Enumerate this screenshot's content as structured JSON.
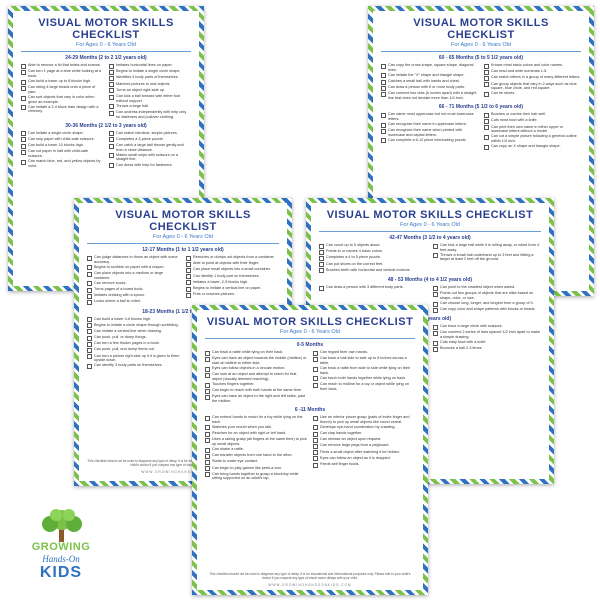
{
  "common": {
    "title": "VISUAL MOTOR SKILLS CHECKLIST",
    "subtitle": "For Ages 0 - 6 Years Old",
    "footer": "This checklist should not be used to diagnose any type of delay. It is for educational and informational purposes only. Please talk to your child's doctor if you suspect any type of visual motor delays with your child.",
    "url": "WWW.GROWINGHANDSONKIDS.COM"
  },
  "logo": {
    "line1": "GROWING",
    "line2": "Hands-On",
    "line3": "KIDS"
  },
  "page1": {
    "sections": [
      {
        "heading": "24-29 Months (2 to 2 1/2 years old)",
        "left": [
          "Able to remove a lid that twists and screws.",
          "Can turn 1 page at a time while looking at a book.",
          "Can build a tower up to 8 blocks high.",
          "Can string 4 large beads onto a piece of yarn.",
          "Can sort objects that vary in color when given an example.",
          "Can imitate a 2-4 block train design with a chimney."
        ],
        "right": [
          "Imitates horizontal lines on paper.",
          "Begins to imitate a single circle shape.",
          "Identifies 4 body parts of themselves.",
          "Matches pictures to real objects.",
          "Turns an object right-side up.",
          "Can kick a ball forward with either foot without support.",
          "Throws a large ball.",
          "Can undress independently with help only for fasteners and pullover clothing."
        ]
      },
      {
        "heading": "30-36 Months (2 1/2 to 3 years old)",
        "left": [
          "Can imitate a single circle shape.",
          "Can snip paper with child-safe scissors.",
          "Can build a tower 10 blocks high.",
          "Can cut paper in half with child-safe scissors.",
          "Can match blue, red, and yellow objects by color."
        ],
        "right": [
          "Can match identical, simple pictures.",
          "Completes a 3-piece puzzle.",
          "Can catch a large ball thrown gently and from a close distance.",
          "Makes small snips with scissors on a straight line.",
          "Can dress with help for fasteners."
        ]
      }
    ]
  },
  "page2": {
    "sections": [
      {
        "heading": "60 - 65 Months (5 to 5 1/2 years old)",
        "left": [
          "Can copy the cross shape, square shape, diagonal lines.",
          "Can imitate the \"X\" shape and triangle shape.",
          "Catches a small ball with hands and chest.",
          "Can draw a person with 6 or more body parts.",
          "Can connect two dots (6 inches apart) with a straight line that does not deviate more than 1/4 inch."
        ],
        "right": [
          "Knows most basic colors and color names.",
          "Can read and write numerals 1-5.",
          "Can match letters in a group of many different letters.",
          "Can group objects that vary in 2 ways such as blue square, blue circle, and red square.",
          "Can tie shoes."
        ]
      },
      {
        "heading": "66 - 71 Months (5 1/2 to 6 years old)",
        "left": [
          "Can name most uppercase but not most lowercase letters.",
          "Can recognize their name in uppercase letters.",
          "Can recognize their name when printed with lowercase and capital letters.",
          "Can complete a 6-12 piece interlocking puzzle."
        ],
        "right": [
          "Brushes or combs their hair well.",
          "Cuts most food with a knife.",
          "Can print their own name in either upper or lowercase letters without a model.",
          "Can cut a simple picture following a general outline within 1/4 inch.",
          "Can copy an X shape and triangle shape."
        ]
      }
    ]
  },
  "page3": {
    "sections": [
      {
        "heading": "12-17 Months (1 to 1 1/2 years old)",
        "left": [
          "Can judge distances to throw an object with some accuracy.",
          "Begins to scribble on paper with a crayon.",
          "Can place objects into a medium or large container.",
          "Can remove socks.",
          "Turns pages of a board book.",
          "Imitates drinking with a spoon.",
          "Looks where a ball is rolled."
        ],
        "right": [
          "Removes or dumps out objects from a container.",
          "Able to point at objects with their finger.",
          "Can place small objects into a small container.",
          "Can identify 1 body part on themselves.",
          "Imitates a tower, 2-3 blocks high.",
          "Begins to imitate a vertical line on paper.",
          "Puts or reaches pictures."
        ]
      },
      {
        "heading": "18-23 Months (1 1/2 to 2 years old)",
        "left": [
          "Can build a tower 4-6 blocks high.",
          "Begins to imitate a circle shape through scribbling.",
          "Can imitate a vertical line when drawing.",
          "Can push, pull, or dump things.",
          "Can turn a few thicker pages in a book.",
          "Can push, pull, and dump items out.",
          "Can turn a picture right side up if it is given to them upside down.",
          "Can identify 3 body parts on themselves."
        ],
        "right": []
      }
    ]
  },
  "page4": {
    "sections": [
      {
        "heading": "42-47 Months (3 1/2 to 4 years old)",
        "left": [
          "Can count up to 5 objects aloud.",
          "Points to or names 4 basic colors.",
          "Completes a 4 to 5 piece puzzle.",
          "Can put shoes on the correct feet.",
          "Brushes teeth with horizontal and vertical motions."
        ],
        "right": [
          "Can kick a large ball while it is rolling away, or rolled from 4 feet away.",
          "Throws a small ball underhand up to 3 feet and hitting a target at least 2 feet off the ground."
        ]
      },
      {
        "heading": "48 - 53 Months (4 to 4 1/2 years old)",
        "left": [
          "Can draw a person with 3 different body parts."
        ],
        "right": [
          "Can point to the smallest object when asked.",
          "Points out two groups of objects that are alike based on shape, color, or size.",
          "Can choose long, longer, and longest from a group of 3.",
          "Can copy color and shape patterns with blocks or beads."
        ]
      },
      {
        "heading": "1/2 to 5 years old)",
        "left": [],
        "right": [
          "Can trace a large circle with scissors.",
          "Can connect 2 series of dots spaced 1/2 inch apart to make a simple drawing.",
          "Cuts easy food with a knife.",
          "Bounces a ball 2-3 times."
        ]
      }
    ]
  },
  "page5": {
    "sections": [
      {
        "heading": "0-5 Months",
        "left": [
          "Can track a rattle while lying on their back.",
          "Eyes can track an object towards the middle (midline) or start at midline to either side.",
          "Eyes can follow objects in a circular motion.",
          "Can look at an object and attempt to reach for that object (visually directed reaching).",
          "Touches fingers together.",
          "Can begin to reach with both hands at the same time.",
          "Eyes can track an object to the right and left sides, past the midline."
        ],
        "right": [
          "Can regard their own hands.",
          "Can track a ball side to side up to 8 inches across a table.",
          "Can track a rattle from side to side while lying on their back.",
          "Can touch both hands together while lying on back.",
          "Can reach to midline for a toy or object while lying on their back."
        ]
      },
      {
        "heading": "6 -11 Months",
        "left": [
          "Can extend hands to reach for a toy while lying on the back.",
          "Watches your mouth when you talk.",
          "Reaches for an object with right or left hand.",
          "Uses a raking grasp (all fingers at the same time) to pick up small objects.",
          "Can shake a rattle.",
          "Can transfer objects from one hand to the other.",
          "Starts to make eye contact.",
          "Can begin to play games like peek-a-boo.",
          "Can bring hands together to grasp a block/toy while sitting supported on an adult's lap."
        ],
        "right": [
          "Use an inferior pincer grasp (pads of index finger and thumb) to pick up small objects like round cereal.",
          "Develops eye-hand coordination by crawling.",
          "Can clap hands together.",
          "Can release an object upon request.",
          "Can remove large pegs from a pegboard.",
          "Finds a small object after watching it be hidden.",
          "Eyes can follow an object as it is dropped.",
          "Feeds self finger foods."
        ]
      }
    ]
  }
}
